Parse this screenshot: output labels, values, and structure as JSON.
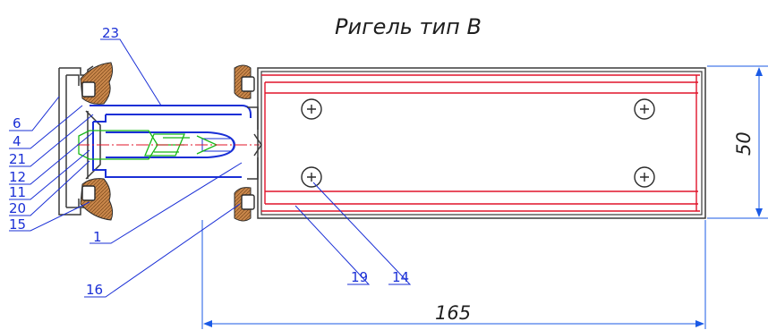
{
  "title": "Ригель тип В",
  "dimensions": {
    "length": "165",
    "height": "50"
  },
  "callouts": {
    "c23": "23",
    "c6": "6",
    "c4": "4",
    "c21": "21",
    "c12": "12",
    "c11": "11",
    "c20": "20",
    "c15": "15",
    "c1": "1",
    "c16": "16",
    "c19": "19",
    "c14": "14"
  },
  "colors": {
    "lines": "#1a2fd6",
    "red": "#e0142a",
    "green": "#18b818",
    "seal": "#c8864a"
  }
}
